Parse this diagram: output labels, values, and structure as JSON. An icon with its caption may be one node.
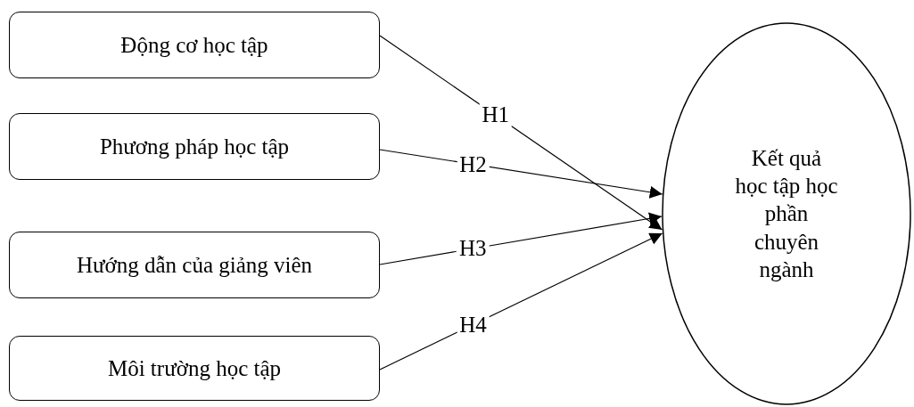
{
  "diagram": {
    "nodes": [
      {
        "text": [
          "Động cơ học tập"
        ]
      },
      {
        "text": [
          "Phương pháp học tập"
        ]
      },
      {
        "text": [
          "Hướng dẫn của giảng viên"
        ]
      },
      {
        "text": [
          "Môi trường học tập"
        ]
      },
      {
        "text": [
          "Kết quả học tập học phần chuyên ngành"
        ]
      }
    ],
    "edges": [
      {
        "from": 0,
        "to": 4,
        "arrow": "to",
        "label": "H1"
      },
      {
        "from": 1,
        "to": 4,
        "arrow": "to",
        "label": "H2"
      },
      {
        "from": 2,
        "to": 4,
        "arrow": "to",
        "label": "H3"
      },
      {
        "from": 3,
        "to": 4,
        "arrow": "to",
        "label": "H4"
      }
    ]
  }
}
